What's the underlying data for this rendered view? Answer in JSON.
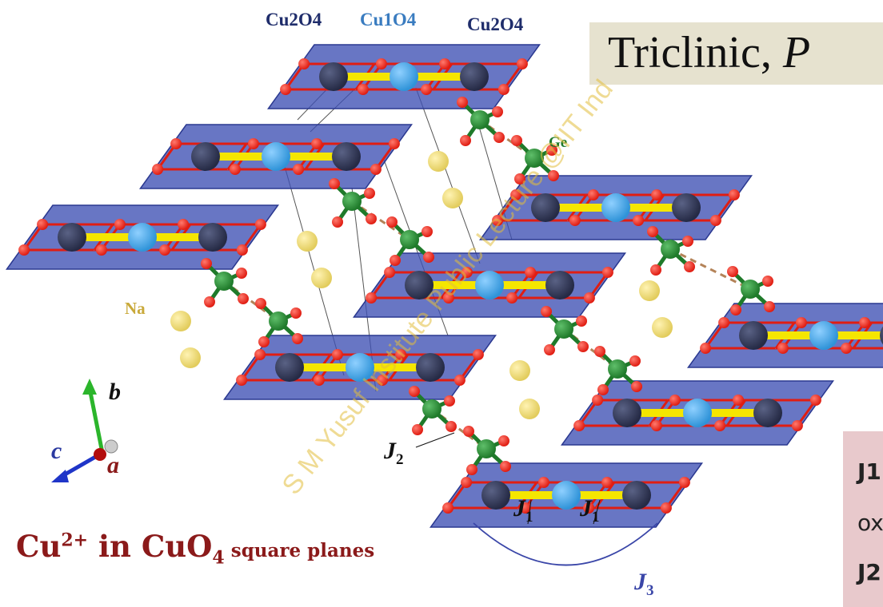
{
  "title": {
    "prefix": "Triclinic, ",
    "symbol": "P"
  },
  "top_labels": {
    "left": "Cu2O4",
    "middle": "Cu1O4",
    "right": "Cu2O4"
  },
  "atoms": {
    "ge": "Ge",
    "na": "Na"
  },
  "couplings": {
    "j1": "J",
    "j1_sub": "1",
    "j2": "J",
    "j2_sub": "2",
    "j3": "J",
    "j3_sub": "3"
  },
  "axes": {
    "b": "b",
    "c": "c",
    "a": "a"
  },
  "note_lines": [
    "J1",
    "ox",
    "J2"
  ],
  "caption": {
    "pre": "Cu",
    "sup": "2+",
    "mid": " in CuO",
    "sub": "4",
    "post": " square planes"
  },
  "watermark": "S M Yusuf Institute Public Lecture @IIT Ind",
  "colors": {
    "cu2": "#252a45",
    "cu1": "#2f93d8",
    "oxygen": "#e01d12",
    "ge": "#1f7a2a",
    "na": "#e2cc5c",
    "plane": "#3e4fb3",
    "bond": "#f5e600",
    "title_bg": "#e6e2cf",
    "note_bg": "#e8c9cc",
    "caption": "#8b1a1a"
  }
}
